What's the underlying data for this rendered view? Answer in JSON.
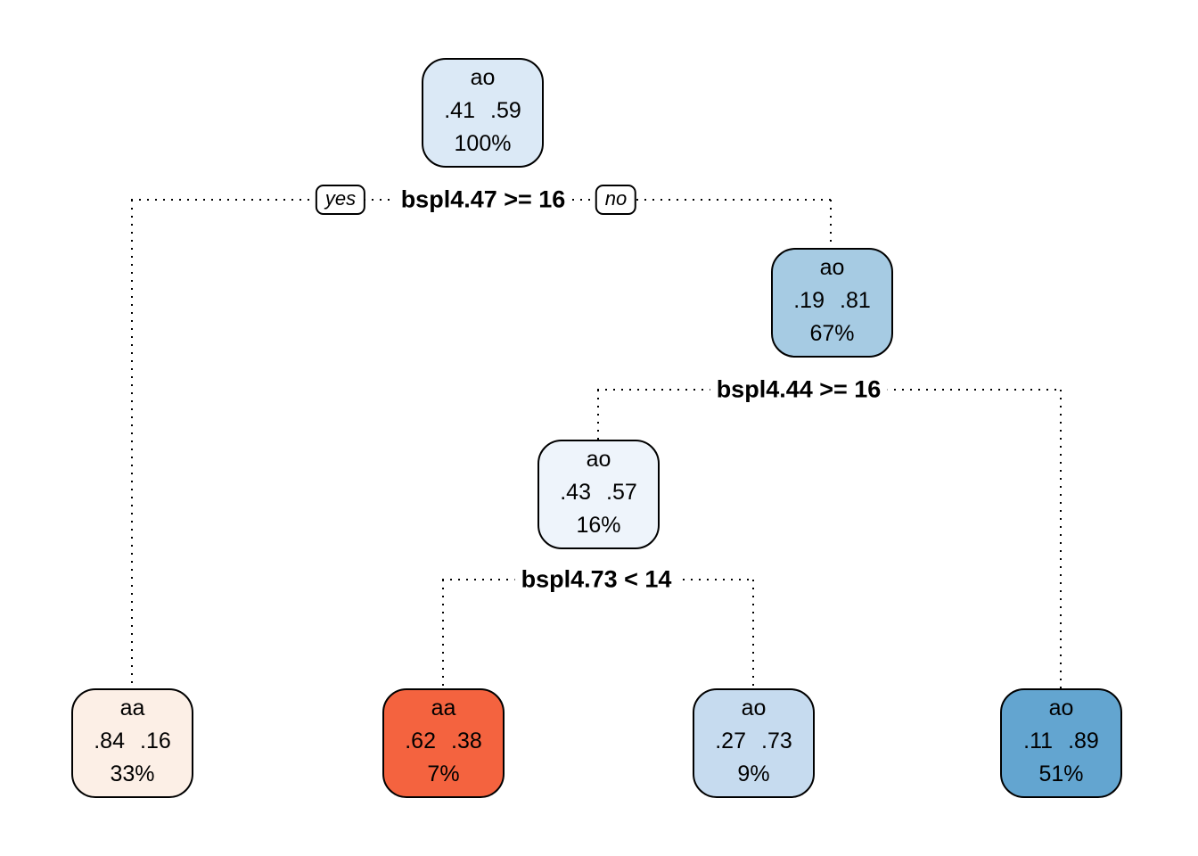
{
  "diagram": {
    "type": "decision-tree",
    "background": "#ffffff",
    "line_style": "dotted-black",
    "splits": [
      {
        "condition": "bspl4.47 >= 16",
        "yes_label": "yes",
        "no_label": "no"
      },
      {
        "condition": "bspl4.44 >= 16"
      },
      {
        "condition": "bspl4.73 < 14"
      }
    ],
    "nodes": [
      {
        "id": "root",
        "class_label": "ao",
        "p_left": ".41",
        "p_right": ".59",
        "percent": "100%",
        "fill": "#dbe9f6"
      },
      {
        "id": "node-67",
        "class_label": "ao",
        "p_left": ".19",
        "p_right": ".81",
        "percent": "67%",
        "fill": "#a6cbe3"
      },
      {
        "id": "node-16",
        "class_label": "ao",
        "p_left": ".43",
        "p_right": ".57",
        "percent": "16%",
        "fill": "#eef4fb"
      },
      {
        "id": "leaf-33",
        "class_label": "aa",
        "p_left": ".84",
        "p_right": ".16",
        "percent": "33%",
        "fill": "#fcefe6"
      },
      {
        "id": "leaf-7",
        "class_label": "aa",
        "p_left": ".62",
        "p_right": ".38",
        "percent": "7%",
        "fill": "#f4633f"
      },
      {
        "id": "leaf-9",
        "class_label": "ao",
        "p_left": ".27",
        "p_right": ".73",
        "percent": "9%",
        "fill": "#c6dbef"
      },
      {
        "id": "leaf-51",
        "class_label": "ao",
        "p_left": ".11",
        "p_right": ".89",
        "percent": "51%",
        "fill": "#63a5d0"
      }
    ]
  }
}
